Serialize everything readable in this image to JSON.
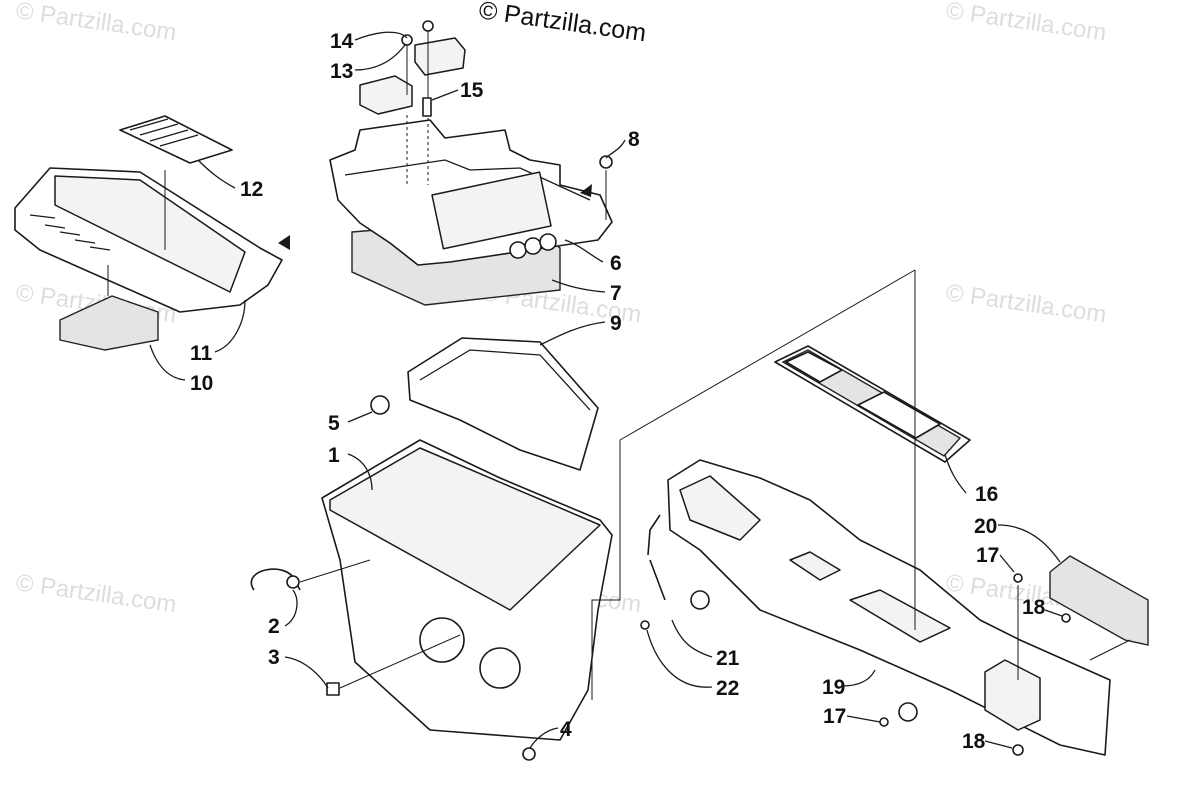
{
  "watermarks": [
    "© Partzilla.com",
    "© Partzilla.com",
    "© Partzilla.com",
    "© Partzilla.com",
    "© Partzilla.com",
    "© Partzilla.com",
    "© Partzilla.com",
    "© Partzilla.com",
    "© Partzilla.com"
  ],
  "copyright": "© Partzilla.com",
  "callouts": [
    {
      "id": "c14",
      "label": "14"
    },
    {
      "id": "c13",
      "label": "13"
    },
    {
      "id": "c15",
      "label": "15"
    },
    {
      "id": "c8",
      "label": "8"
    },
    {
      "id": "c12",
      "label": "12"
    },
    {
      "id": "c6",
      "label": "6"
    },
    {
      "id": "c7",
      "label": "7"
    },
    {
      "id": "c9",
      "label": "9"
    },
    {
      "id": "c11",
      "label": "11"
    },
    {
      "id": "c10",
      "label": "10"
    },
    {
      "id": "c5",
      "label": "5"
    },
    {
      "id": "c1",
      "label": "1"
    },
    {
      "id": "c16",
      "label": "16"
    },
    {
      "id": "c20",
      "label": "20"
    },
    {
      "id": "c17a",
      "label": "17"
    },
    {
      "id": "c18a",
      "label": "18"
    },
    {
      "id": "c2",
      "label": "2"
    },
    {
      "id": "c3",
      "label": "3"
    },
    {
      "id": "c21",
      "label": "21"
    },
    {
      "id": "c22",
      "label": "22"
    },
    {
      "id": "c19",
      "label": "19"
    },
    {
      "id": "c17b",
      "label": "17"
    },
    {
      "id": "c4",
      "label": "4"
    },
    {
      "id": "c18b",
      "label": "18"
    }
  ]
}
